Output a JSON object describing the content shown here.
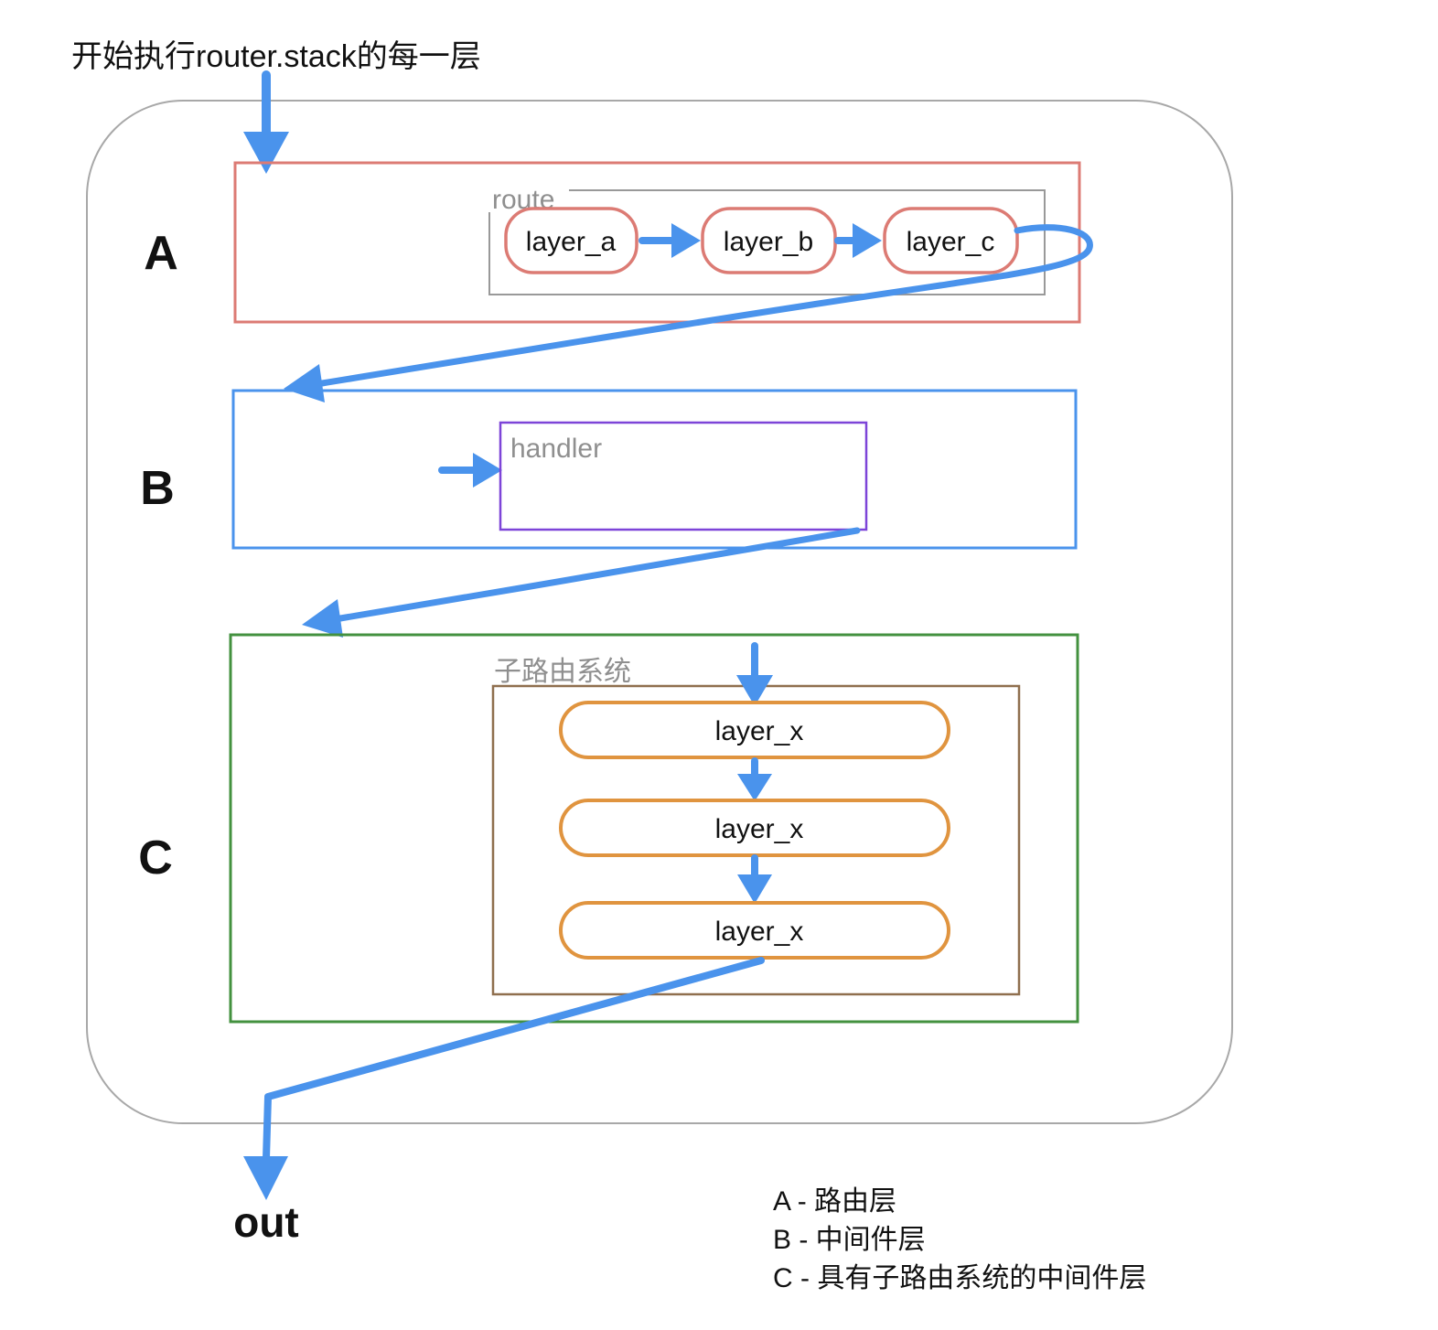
{
  "title": "开始执行router.stack的每一层",
  "out_label": "out",
  "legend": [
    "A - 路由层",
    "B - 中间件层",
    "C - 具有子路由系统的中间件层"
  ],
  "sections": {
    "a": {
      "label": "A",
      "container_label": "route",
      "layers": [
        "layer_a",
        "layer_b",
        "layer_c"
      ]
    },
    "b": {
      "label": "B",
      "container_label": "handler"
    },
    "c": {
      "label": "C",
      "container_label": "子路由系统",
      "layers": [
        "layer_x",
        "layer_x",
        "layer_x"
      ]
    }
  },
  "colors": {
    "arrow_blue": "#4a93ec",
    "section_a_red": "#dc7b74",
    "section_b_blue": "#4a93ec",
    "section_c_green": "#43913f",
    "route_gray": "#999999",
    "handler_purple": "#7d44d8",
    "subrouter_brown": "#8f6f4e",
    "layer_x_orange": "#e0943f",
    "label_gray": "#8f8f8f",
    "outer_border_gray": "#a8a8a8",
    "text_black": "#111111"
  }
}
